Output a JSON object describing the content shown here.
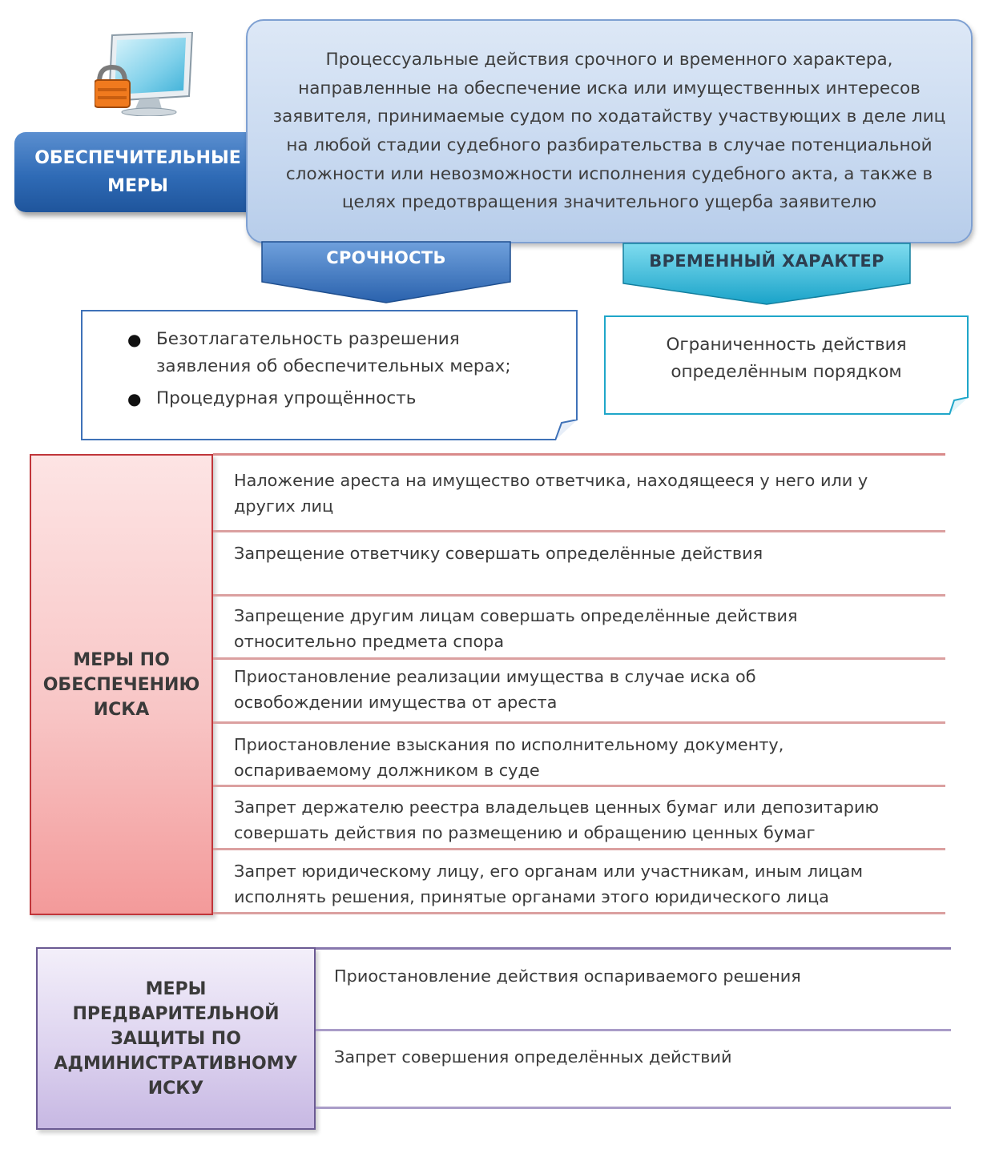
{
  "header": {
    "title_line1": "ОБЕСПЕЧИТЕЛЬНЫЕ",
    "title_line2": "МЕРЫ",
    "definition": "Процессуальные действия срочного и временного характера, направленные на обеспечение иска или имущественных интересов заявителя, принимаемые судом по ходатайству участвующих в деле лиц на любой стадии судебного разбирательства в случае потенциальной сложности или невозможности исполнения судебного акта, а также в целях предотвращения значительного ущерба заявителю"
  },
  "characteristics": [
    {
      "label": "СРОЧНОСТЬ",
      "items": [
        "Безотлагательность разрешения заявления об обеспечительных мерах;",
        "Процедурная упрощённость"
      ]
    },
    {
      "label": "ВРЕМЕННЫЙ ХАРАКТЕР",
      "text": "Ограниченность действия определённым порядком"
    }
  ],
  "claim_measures": {
    "heading": "МЕРЫ ПО ОБЕСПЕЧЕНИЮ ИСКА",
    "items": [
      "Наложение ареста на имущество ответчика, находящееся у него или у других лиц",
      "Запрещение ответчику совершать определённые действия",
      "Запрещение другим лицам совершать определённые действия относительно предмета спора",
      "Приостановление реализации имущества в случае иска об  освобождении имущества от ареста",
      "Приостановление взыскания по исполнительному документу, оспариваемому должником в суде",
      "Запрет держателю реестра владельцев ценных бумаг или депозитарию совершать действия по размещению и обращению ценных бумаг",
      "Запрет юридическому лицу, его органам или участникам, иным лицам исполнять решения, принятые органами этого юридического лица"
    ]
  },
  "admin_measures": {
    "heading": "МЕРЫ ПРЕДВАРИТЕЛЬНОЙ ЗАЩИТЫ ПО АДМИНИСТРАТИВНОМУ ИСКУ",
    "items": [
      "Приостановление действия оспариваемого решения",
      "Запрет совершения определённых действий"
    ]
  },
  "colors": {
    "blue_dark": "#2f6bb6",
    "cyan": "#1aa3c9",
    "red_border": "#c0353a",
    "red_fill": "#f5a9a9",
    "purple_border": "#6b5a93",
    "purple_fill": "#cfc3e6"
  },
  "icons": [
    "computer-monitor-icon",
    "padlock-icon"
  ]
}
